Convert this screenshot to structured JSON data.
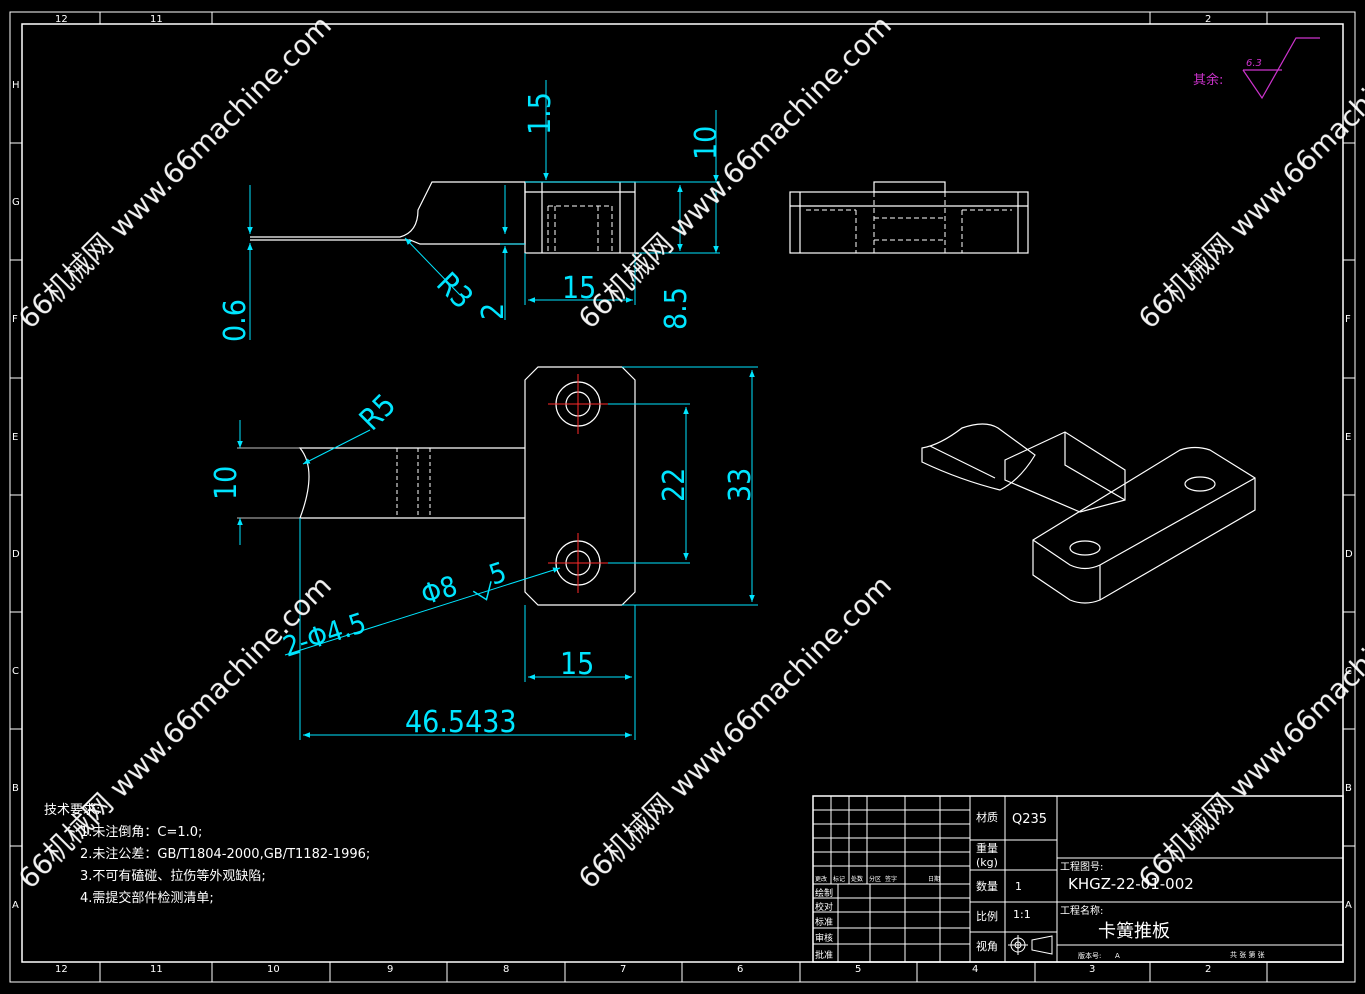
{
  "border": {
    "top_numbers": [
      "12",
      "11",
      "2"
    ],
    "bottom_numbers": [
      "12",
      "11",
      "10",
      "9",
      "8",
      "7",
      "6",
      "5",
      "4",
      "3",
      "2"
    ],
    "left_letters": [
      "H",
      "G",
      "F",
      "E",
      "D",
      "C",
      "B",
      "A"
    ],
    "right_letters": [
      "F",
      "E",
      "D",
      "C",
      "B",
      "A"
    ]
  },
  "roughness": {
    "label": "其余:",
    "value": "6.3"
  },
  "dimensions": {
    "d_1_5": "1.5",
    "d_10_top": "10",
    "d_0_6": "0.6",
    "d_r3": "R3",
    "d_2": "2",
    "d_15_top": "15",
    "d_8_5": "8.5",
    "d_r5": "R5",
    "d_10_left": "10",
    "d_22": "22",
    "d_33": "33",
    "d_holes": "2-Φ4.5",
    "d_cbore": "Φ8",
    "d_cbore_depth": "5",
    "d_15_bottom": "15",
    "d_46": "46.5433"
  },
  "tech_requirements": {
    "title": "技术要求:",
    "items": [
      "1.未注倒角：C=1.0;",
      "2.未注公差：GB/T1804-2000,GB/T1182-1996;",
      "3.不可有磕碰、拉伤等外观缺陷;",
      "4.需提交部件检测清单;"
    ]
  },
  "title_block": {
    "material_label": "材质",
    "material": "Q235",
    "weight_label": "重量",
    "weight_unit": "(kg)",
    "qty_label": "数量",
    "qty": "1",
    "scale_label": "比例",
    "scale": "1:1",
    "view_label": "视角",
    "drawing_no_label": "工程图号:",
    "drawing_no": "KHGZ-22-01-002",
    "name_label": "工程名称:",
    "name": "卡簧推板",
    "row_labels": [
      "绘制",
      "校对",
      "标准",
      "审核",
      "批准"
    ],
    "header_labels": [
      "更改",
      "标记",
      "处数",
      "分区",
      "签字",
      "日期"
    ],
    "version_label": "版本号:",
    "version": "A",
    "sheet_label": "共 张 第 张"
  },
  "watermark": "66机械网 www.66machine.com",
  "colors": {
    "background": "#000000",
    "line": "#ffffff",
    "dimension": "#00e5ff",
    "center": "#ff2a2a",
    "roughness": "#cc33cc"
  }
}
